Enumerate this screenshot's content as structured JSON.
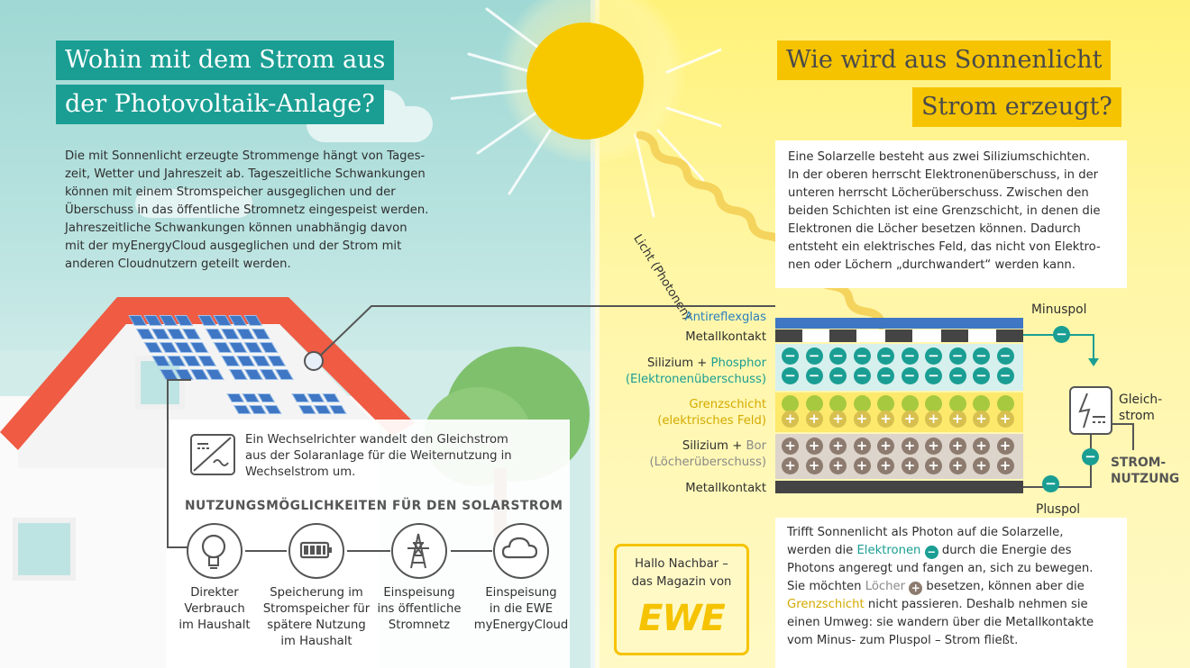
{
  "left": {
    "title_line1": "Wohin mit dem Strom aus",
    "title_line2": "der Photovoltaik-Anlage?",
    "intro_lines": [
      "Die mit Sonnenlicht erzeugte Strommenge hängt von Tages-",
      "zeit, Wetter und Jahreszeit ab. Tageszeitliche Schwankungen",
      "können mit einem Stromspeicher ausgeglichen und der",
      "Überschuss in das öffentliche Stromnetz eingespeist werden.",
      "Jahreszeitliche Schwankungen können unabhängig davon",
      "mit der myEnergyCloud ausgeglichen und der Strom mit",
      "anderen Cloudnutzern geteilt werden."
    ],
    "inverter_lines": [
      "Ein Wechselrichter wandelt den Gleichstrom",
      "aus der Solaranlage für die Weiternutzung in",
      "Wechselstrom um."
    ],
    "usage_heading": "NUTZUNGSMÖGLICHKEITEN FÜR DEN SOLARSTROM",
    "usages": [
      {
        "icon": "lightbulb-icon",
        "lines": [
          "Direkter",
          "Verbrauch",
          "im Haushalt"
        ]
      },
      {
        "icon": "battery-icon",
        "lines": [
          "Speicherung im",
          "Stromspeicher für",
          "spätere Nutzung",
          "im Haushalt"
        ]
      },
      {
        "icon": "power-pylon-icon",
        "lines": [
          "Einspeisung",
          "ins öffentliche",
          "Stromnetz"
        ]
      },
      {
        "icon": "cloud-icon",
        "lines": [
          "Einspeisung",
          "in die EWE",
          "myEnergyCloud"
        ]
      }
    ]
  },
  "right": {
    "title_line1": "Wie wird aus Sonnenlicht",
    "title_line2": "Strom erzeugt?",
    "light_label": "Licht (Photonen)",
    "intro_lines": [
      "Eine Solarzelle besteht aus zwei Siliziumschichten.",
      "In der oberen herrscht Elektronenüberschuss, in der",
      "unteren herrscht Löcherüberschuss. Zwischen den",
      "beiden Schichten ist eine Grenzschicht, in denen die",
      "Elektronen die Löcher besetzen können. Dadurch",
      "entsteht ein elektrisches Feld, das nicht von Elektro-",
      "nen oder Löchern „durchwandert“ werden kann."
    ],
    "layers": {
      "antireflex": "Antireflexglas",
      "metal_top": "Metallkontakt",
      "si_phos_a": "Silizium + ",
      "si_phos_b": "Phosphor",
      "si_phos_sub": "(Elektronenüberschuss)",
      "border_a": "Grenzschicht",
      "border_b": "(elektrisches Feld)",
      "si_bor_a": "Silizium + ",
      "si_bor_b": "Bor",
      "si_bor_sub": "(Löcherüberschuss)",
      "metal_bottom": "Metallkontakt"
    },
    "minus_pole": "Minuspol",
    "plus_pole": "Pluspol",
    "gleich_line1": "Gleich-",
    "gleich_line2": "strom",
    "strom_line1": "STROM-",
    "strom_line2": "NUTZUNG",
    "minus_symbol": "−",
    "plus_symbol": "+",
    "bottom": {
      "l1": "Trifft Sonnenlicht als Photon auf die Solarzelle,",
      "l2a": "werden die ",
      "l2b": "Elektronen",
      "l2c": " durch die Energie des",
      "l3": "Photons angeregt und fangen an, sich zu bewegen.",
      "l4a": "Sie möchten ",
      "l4b": "Löcher",
      "l4c": " besetzen, können aber die",
      "l5a": "Grenzschicht",
      "l5b": " nicht passieren. Deshalb nehmen sie",
      "l6": "einen Umweg: sie wandern über die Metallkontakte",
      "l7": "vom Minus- zum Pluspol – Strom fließt."
    },
    "ewe_line1": "Hallo Nachbar –",
    "ewe_line2": "das Magazin von",
    "ewe_logo": "EWE"
  },
  "colors": {
    "teal": "#1a9e93",
    "yellow": "#f5c300",
    "hole_brown": "#8c7b6e",
    "field_green": "#a7c93f"
  }
}
